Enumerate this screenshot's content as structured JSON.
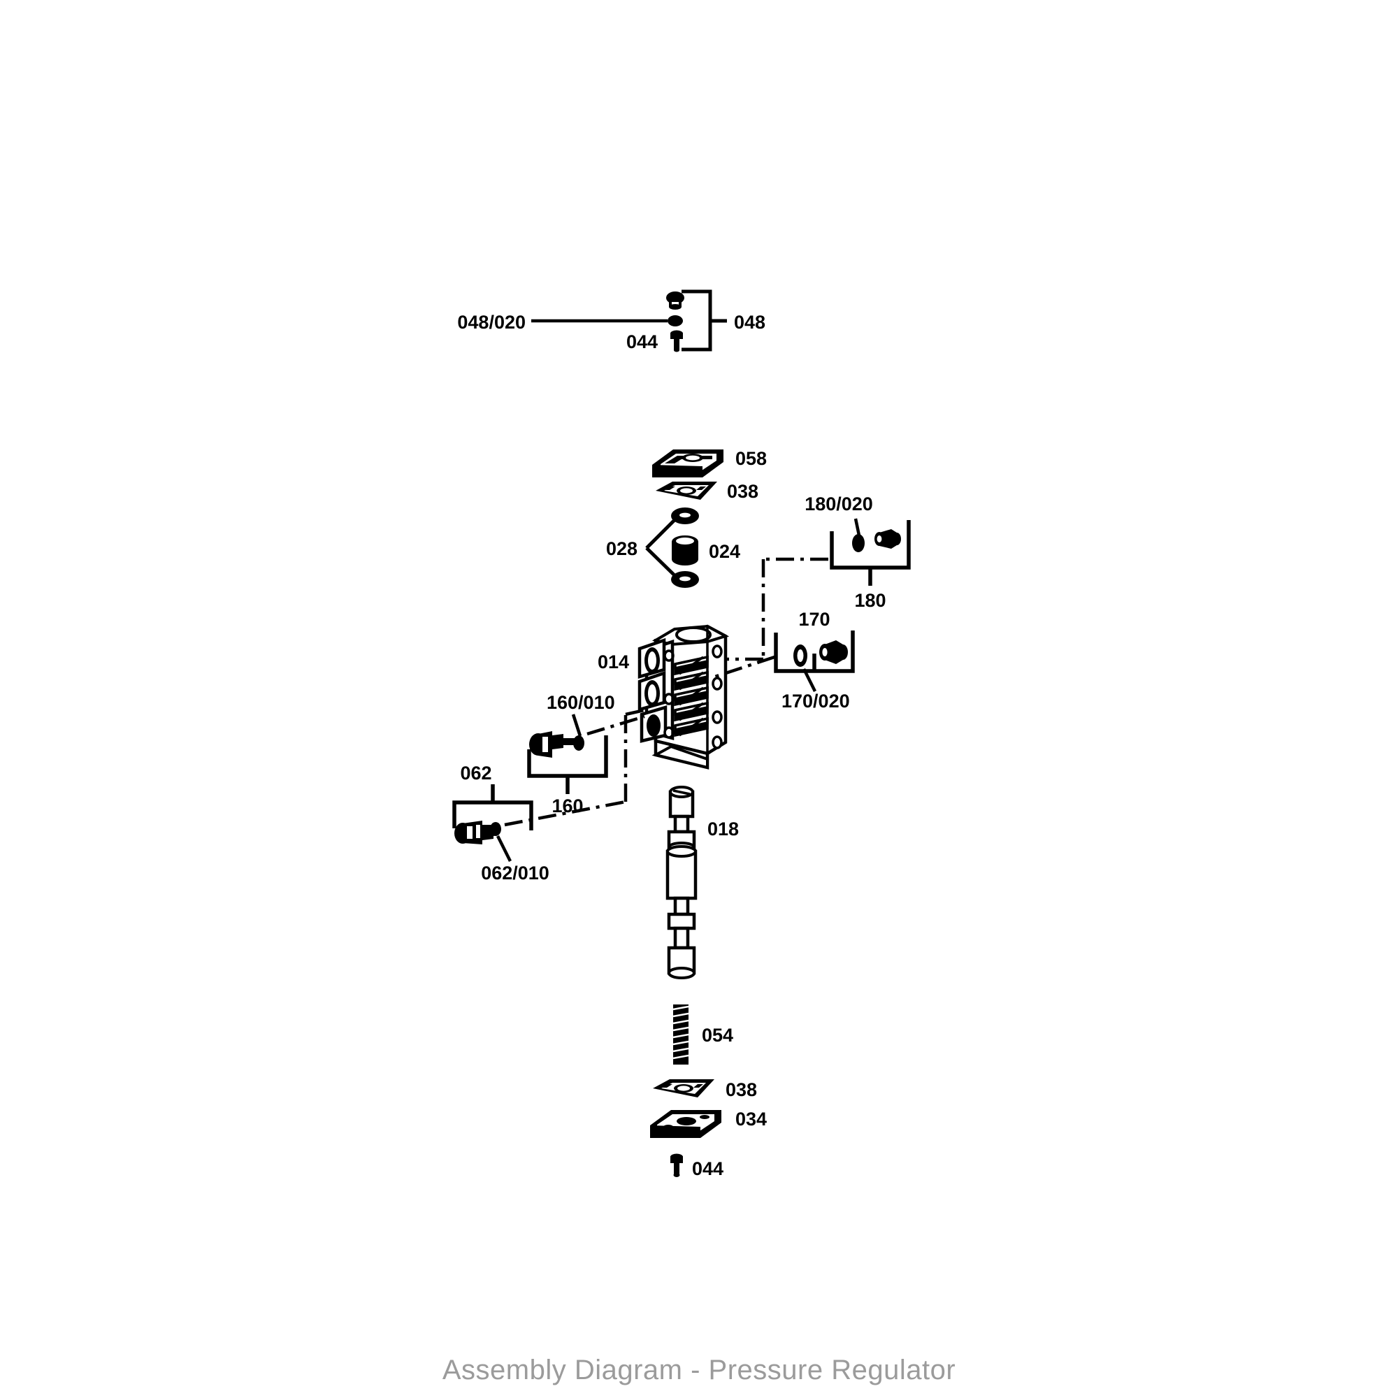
{
  "document": {
    "caption": "Assembly Diagram - Pressure Regulator",
    "caption_color": "#9b9b9b",
    "line_color": "#000000",
    "background": "#ffffff",
    "type": "exploded parts diagram"
  },
  "labels": {
    "l048_020": "048/020",
    "l048": "048",
    "l044_top": "044",
    "l058": "058",
    "l038_top": "038",
    "l028": "028",
    "l024": "024",
    "l180_020": "180/020",
    "l180": "180",
    "l014": "014",
    "l170": "170",
    "l170_020": "170/020",
    "l160_010": "160/010",
    "l160": "160",
    "l062": "062",
    "l062_010": "062/010",
    "l018": "018",
    "l054": "054",
    "l038_bot": "038",
    "l034": "034",
    "l044_bot": "044"
  },
  "parts": [
    {
      "id": "048",
      "label": "048",
      "kind": "group-bracket",
      "desc": "bracket group opening left, two small fasteners"
    },
    {
      "id": "048/020",
      "label": "048/020",
      "kind": "small-part",
      "desc": "small round plug, leader line to left"
    },
    {
      "id": "044",
      "label": "044",
      "kind": "bolt",
      "desc": "hex head bolt, upper"
    },
    {
      "id": "058",
      "label": "058",
      "kind": "cover-plate",
      "desc": "rectangular cover plate, isometric"
    },
    {
      "id": "038",
      "label": "038",
      "kind": "gasket",
      "desc": "flat rectangular gasket with central opening"
    },
    {
      "id": "028",
      "label": "028",
      "kind": "o-ring",
      "desc": "two o-rings, branching V leader"
    },
    {
      "id": "024",
      "label": "024",
      "kind": "spacer",
      "desc": "cylindrical spacer/bushing"
    },
    {
      "id": "180",
      "label": "180",
      "kind": "group-bracket",
      "desc": "bracket group opening down, right upper"
    },
    {
      "id": "180/020",
      "label": "180/020",
      "kind": "small-part",
      "desc": "small o-ring inside group 180"
    },
    {
      "id": "014",
      "label": "014",
      "kind": "valve-body",
      "desc": "main valve housing casting, multi-port"
    },
    {
      "id": "170",
      "label": "170",
      "kind": "group-bracket",
      "desc": "bracket group opening down, right middle"
    },
    {
      "id": "170/020",
      "label": "170/020",
      "kind": "o-ring",
      "desc": "o-ring inside group 170"
    },
    {
      "id": "160",
      "label": "160",
      "kind": "group-bracket",
      "desc": "bracket group opening up, left middle"
    },
    {
      "id": "160/010",
      "label": "160/010",
      "kind": "o-ring",
      "desc": "o-ring inside group 160"
    },
    {
      "id": "062",
      "label": "062",
      "kind": "group-bracket",
      "desc": "bracket group opening down, lower left"
    },
    {
      "id": "062/010",
      "label": "062/010",
      "kind": "o-ring",
      "desc": "o-ring inside group 062"
    },
    {
      "id": "018",
      "label": "018",
      "kind": "valve-spool",
      "desc": "stepped valve spool / plunger"
    },
    {
      "id": "054",
      "label": "054",
      "kind": "spring",
      "desc": "coil compression spring"
    },
    {
      "id": "034",
      "label": "034",
      "kind": "cover-plate",
      "desc": "lower cover plate, isometric"
    }
  ]
}
